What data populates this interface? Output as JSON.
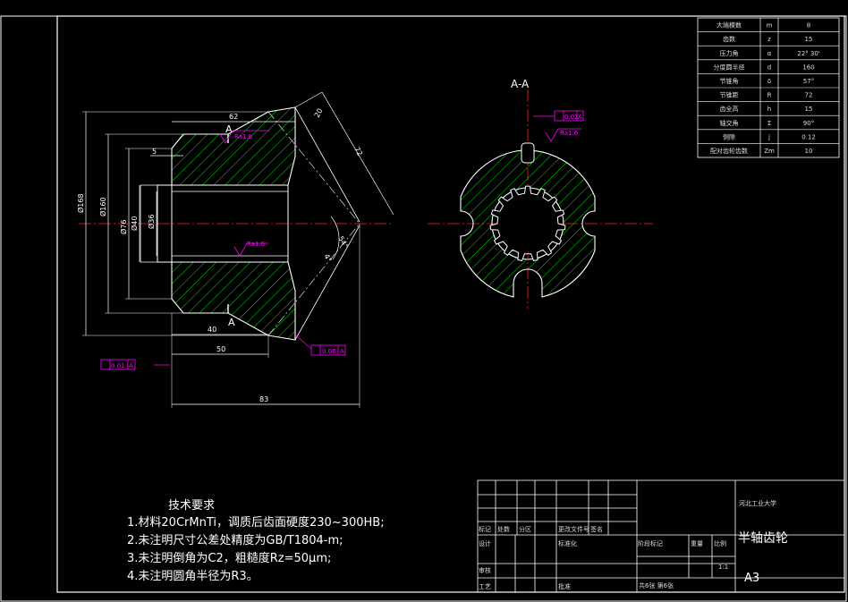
{
  "drawing": {
    "section_label": "A-A",
    "section_mark": "A",
    "dims": {
      "d168": "Ø168",
      "d160": "Ø160",
      "d76": "Ø76",
      "d40": "Ø40",
      "d36": "Ø36",
      "len62": "62",
      "len5": "5",
      "len40": "40",
      "len50": "50",
      "len83": "83",
      "len20": "20",
      "len72": "72",
      "ang54": "54°",
      "ang4": "4°"
    },
    "roughness": [
      "Ra1.6",
      "Ra1.6",
      "Ra1.6"
    ],
    "tolerances": {
      "runout_cone": "0.06",
      "runout_face": "0.01",
      "parallel_key": "0.02",
      "datum": "A"
    }
  },
  "gear_table": [
    {
      "name": "大端模数",
      "sym": "m",
      "val": "8"
    },
    {
      "name": "齿数",
      "sym": "z",
      "val": "15"
    },
    {
      "name": "压力角",
      "sym": "α",
      "val": "22° 30'"
    },
    {
      "name": "分度圆半径",
      "sym": "d",
      "val": "160"
    },
    {
      "name": "节锥角",
      "sym": "δ",
      "val": "57°"
    },
    {
      "name": "节锥距",
      "sym": "R",
      "val": "72"
    },
    {
      "name": "齿全高",
      "sym": "h",
      "val": "15"
    },
    {
      "name": "轴交角",
      "sym": "Σ",
      "val": "90°"
    },
    {
      "name": "侧隙",
      "sym": "j",
      "val": "0.12"
    },
    {
      "name": "配对齿轮齿数",
      "sym": "Zm",
      "val": "10"
    }
  ],
  "notes": {
    "title": "技术要求",
    "items": [
      "1.材料20CrMnTi，调质后齿面硬度230~300HB;",
      "2.未注明尺寸公差处精度为GB/T1804-m;",
      "3.未注明倒角为C2，粗糙度Rz=50μm;",
      "4.未注明圆角半径为R3。"
    ]
  },
  "title_block": {
    "school": "河北工业大学",
    "part_name": "半轴齿轮",
    "sheet_size": "A3",
    "scale": "1:1",
    "labels": {
      "mark": "标记",
      "count": "处数",
      "zone": "分区",
      "doc_no": "更改文件号",
      "sign": "签名",
      "design": "设计",
      "standardize": "标准化",
      "stage_mark": "阶段标记",
      "weight": "重量",
      "scale_label": "比例",
      "review": "审核",
      "process": "工艺",
      "approve": "批准",
      "sheets": "共6张 第6张"
    }
  },
  "colors": {
    "frame": "#ffffff",
    "center": "#ff2020",
    "hatch": "#00ff00",
    "annot": "#ff00ff"
  }
}
